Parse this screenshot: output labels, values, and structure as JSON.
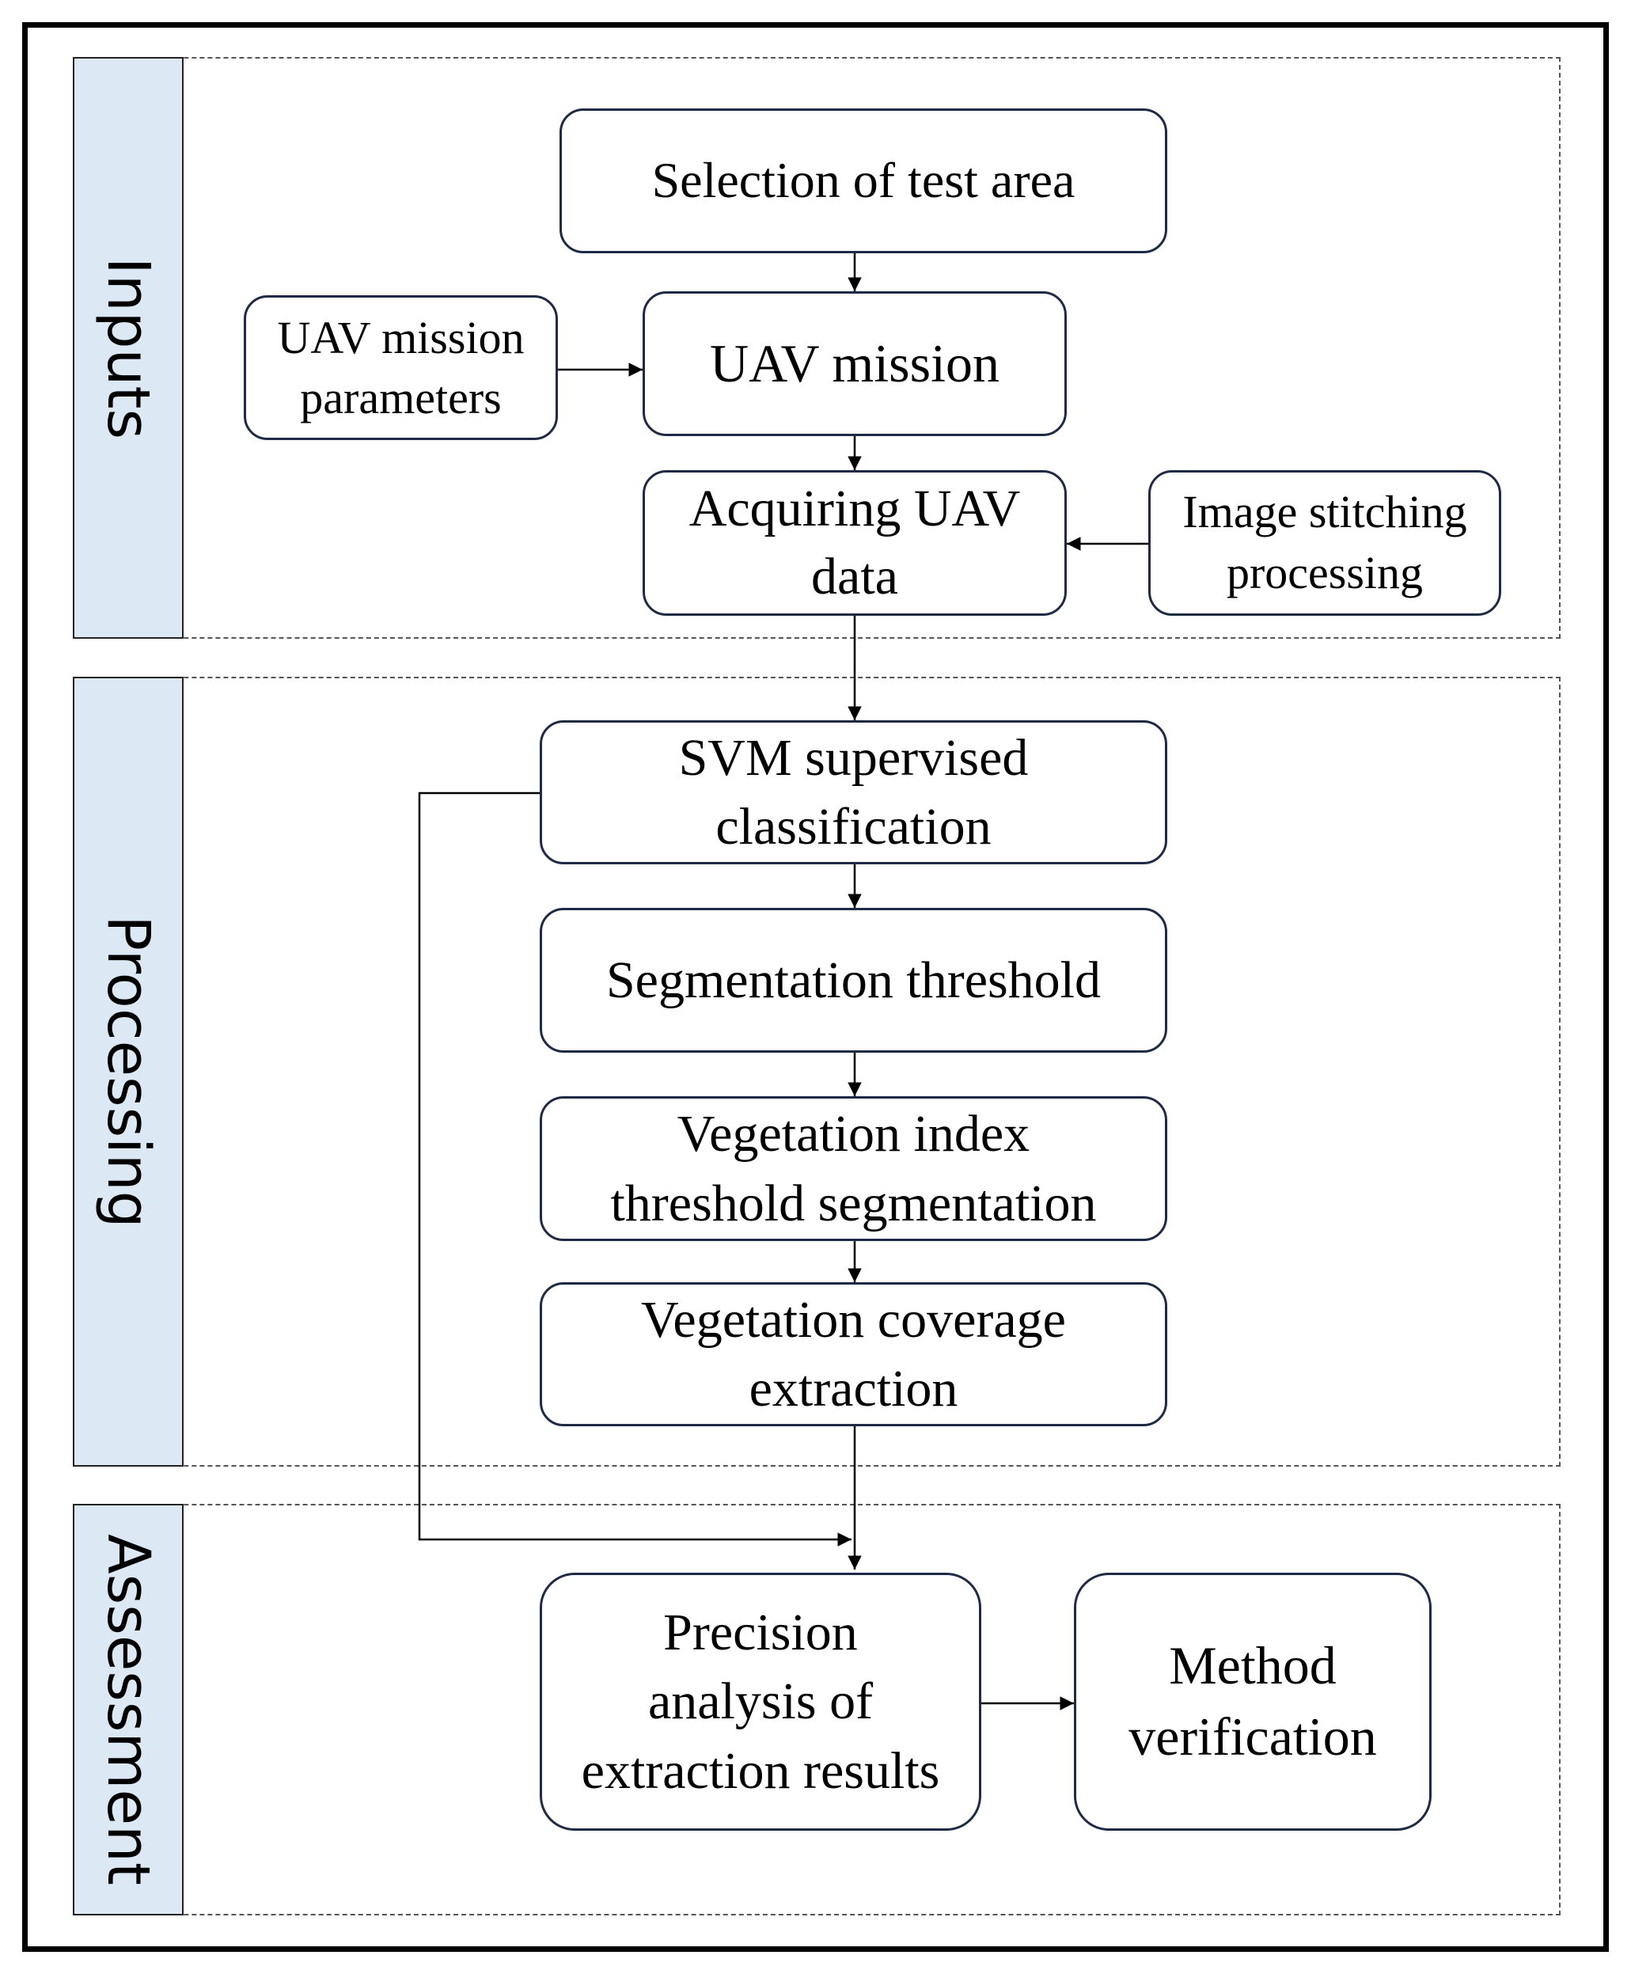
{
  "sections": {
    "inputs": "Inputs",
    "processing": "Processing",
    "assessment": "Assessment"
  },
  "nodes": {
    "selection": "Selection of test area",
    "uav_params": "UAV mission\nparameters",
    "uav_mission": "UAV mission",
    "acquiring": "Acquiring UAV\ndata",
    "stitching": "Image stitching\nprocessing",
    "svm": "SVM supervised\nclassification",
    "seg_threshold": "Segmentation threshold",
    "veg_index": "Vegetation index\nthreshold segmentation",
    "veg_coverage": "Vegetation coverage\nextraction",
    "precision": "Precision\nanalysis of\nextraction results",
    "verification": "Method\nverification"
  },
  "colors": {
    "section_tab": "#dde8f5",
    "box_border": "#1f2a44"
  }
}
